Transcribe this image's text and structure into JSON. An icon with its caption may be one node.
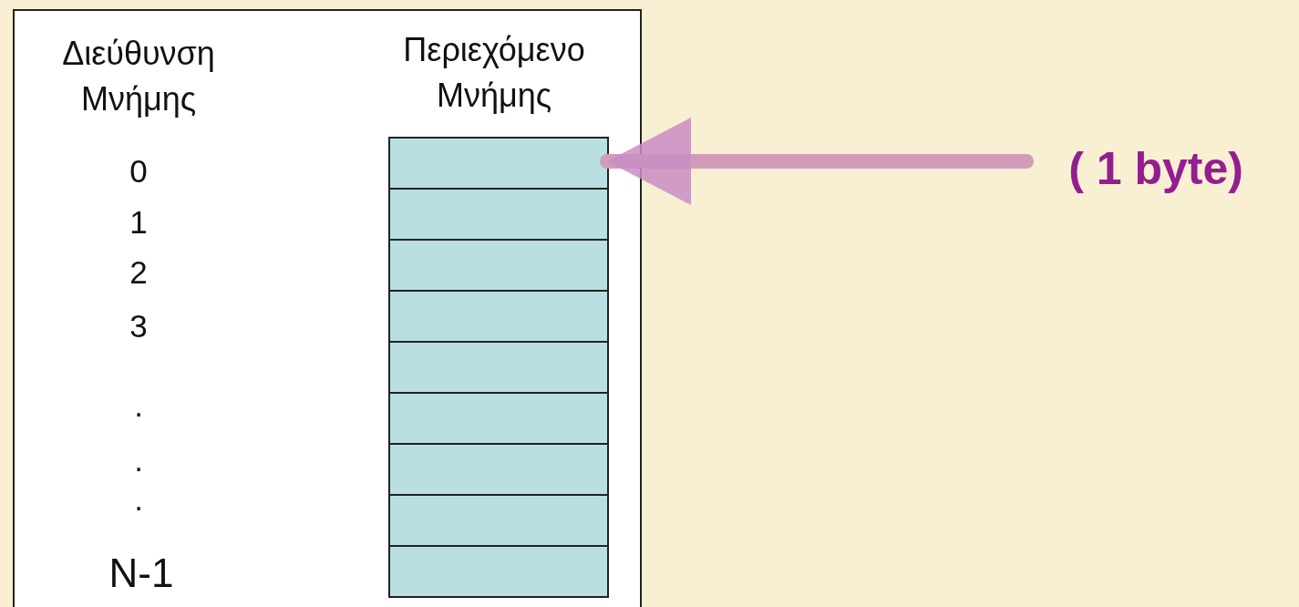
{
  "diagram": {
    "nodes": [
      {
        "text": [],
        "shape": "box"
      },
      {
        "text": [],
        "shape": "box",
        "in": 0
      },
      {
        "text": [],
        "shape": "box",
        "in": 0
      },
      {
        "text": [],
        "shape": "box",
        "in": 0
      },
      {
        "text": [],
        "shape": "box",
        "in": 0
      },
      {
        "text": [],
        "shape": "box",
        "in": 0
      },
      {
        "text": [],
        "shape": "box",
        "in": 0
      },
      {
        "text": [],
        "shape": "box",
        "in": 0
      },
      {
        "text": [],
        "shape": "box",
        "in": 0
      },
      {
        "text": [],
        "shape": "box",
        "in": 0
      },
      {
        "text": [
          "( 1 byte)"
        ]
      }
    ],
    "edges": [
      {
        "from": 10,
        "to": 1,
        "arrow": "to"
      }
    ],
    "labels": [
      "Διεύθυνση Μνήμης",
      "Περιεχόμενο Μνήμης",
      "0",
      "1",
      "2",
      "3",
      ".",
      ".",
      ".",
      "N-1"
    ]
  }
}
